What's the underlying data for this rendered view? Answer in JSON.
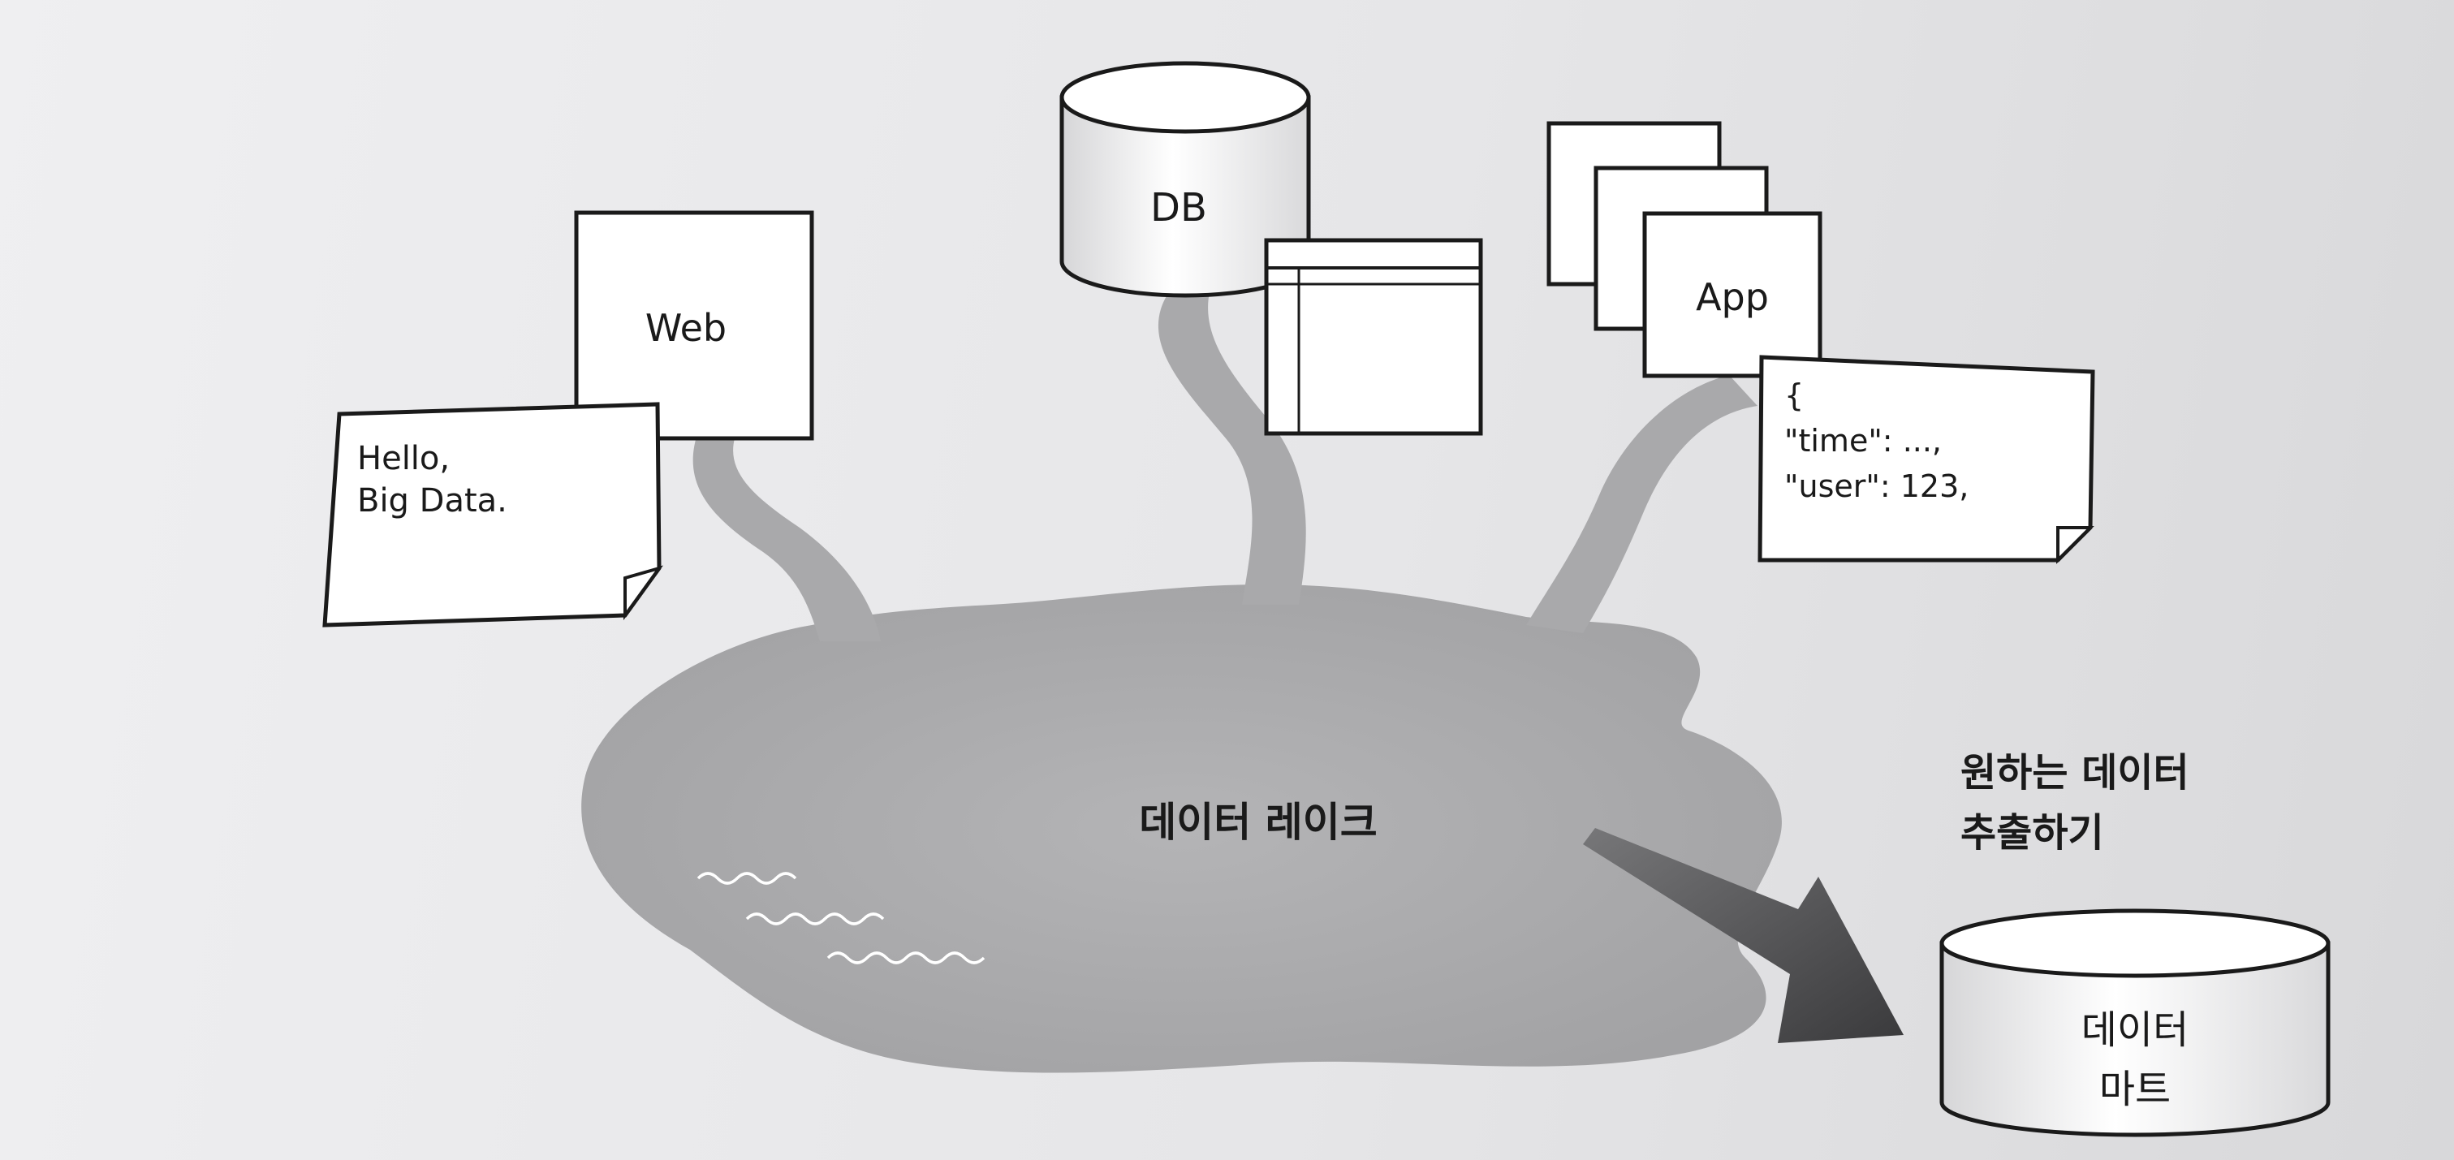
{
  "diagram": {
    "web": {
      "label": "Web"
    },
    "text_doc": {
      "line1": "Hello,",
      "line2": "Big Data."
    },
    "db": {
      "label": "DB"
    },
    "app": {
      "label": "App"
    },
    "json_doc": {
      "line1": "{",
      "line2": "\"time\": ...,",
      "line3": "\"user\": 123,"
    },
    "lake": {
      "label": "데이터 레이크"
    },
    "extract": {
      "line1": "원하는 데이터",
      "line2": "추출하기"
    },
    "mart": {
      "line1": "데이터",
      "line2": "마트"
    }
  }
}
